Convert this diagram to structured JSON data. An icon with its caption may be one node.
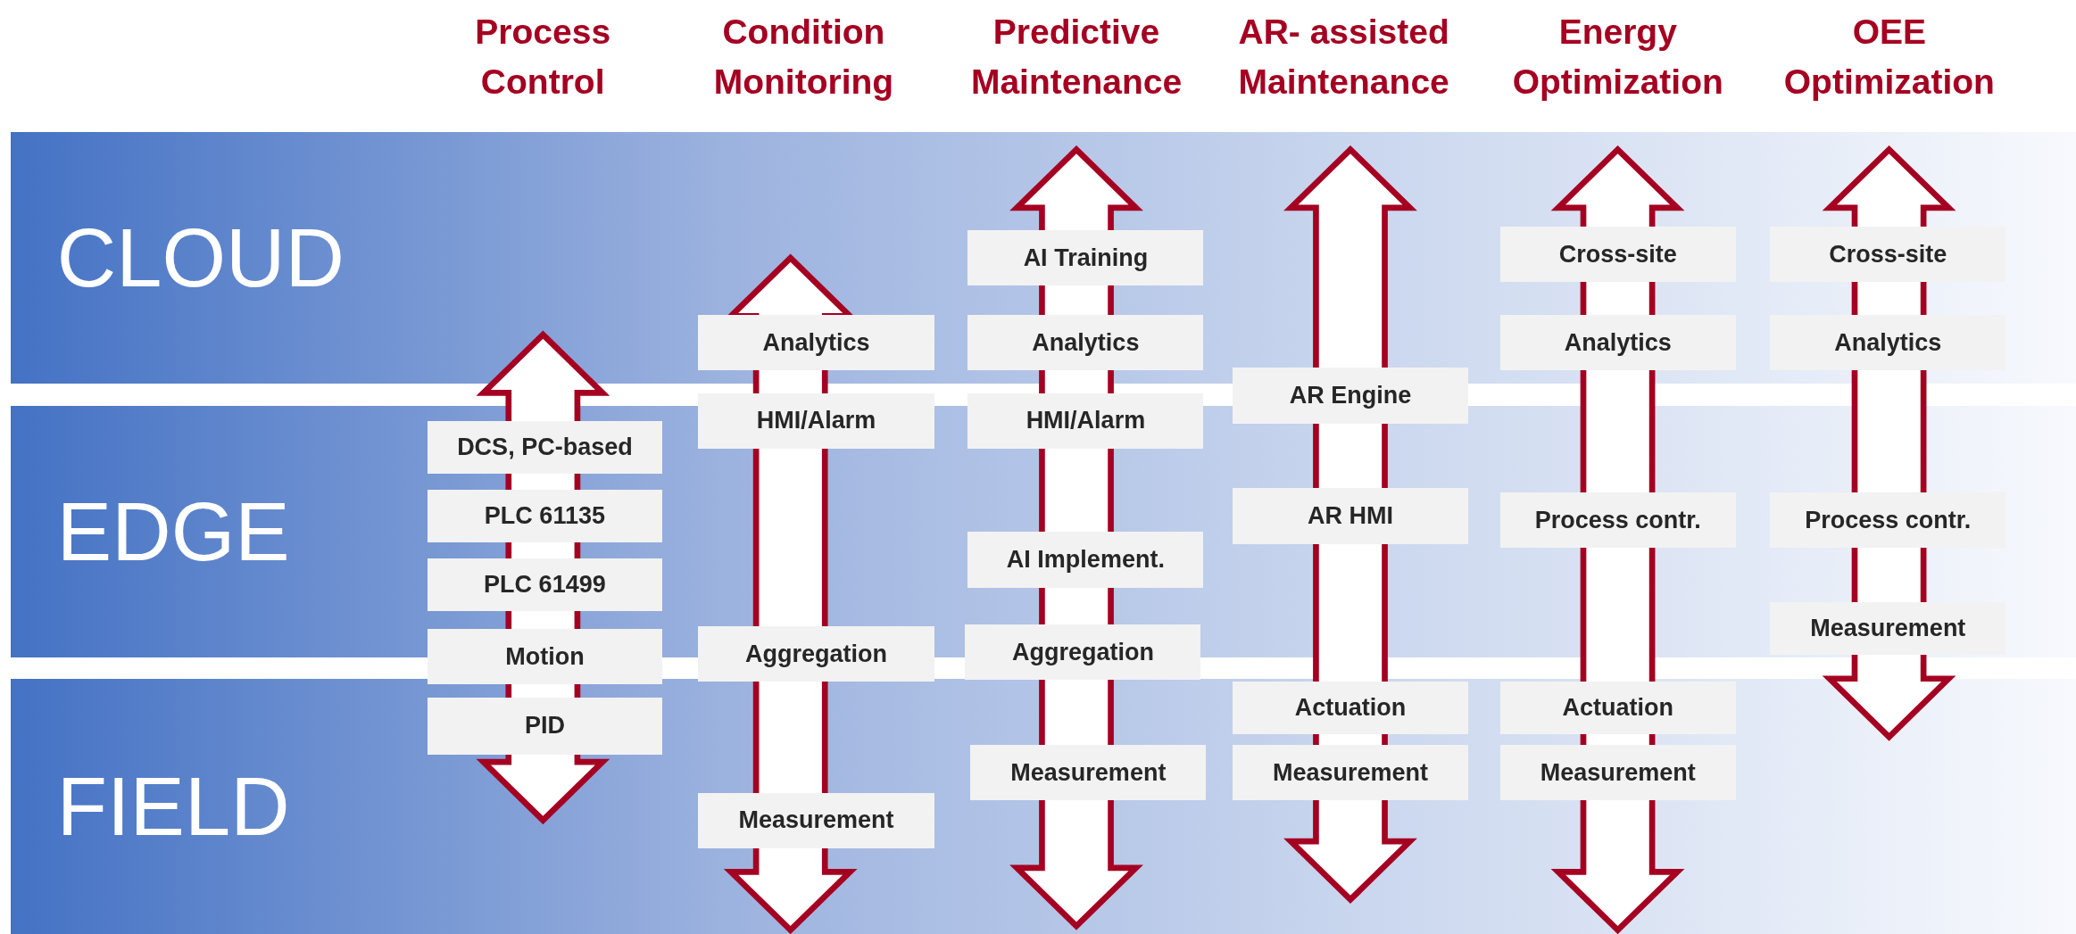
{
  "diagram": {
    "nodes": [
      {
        "text": [
          "CLOUD"
        ]
      },
      {
        "text": [
          "EDGE"
        ]
      },
      {
        "text": [
          "FIELD"
        ]
      },
      {
        "text": [
          "DCS, PC-based"
        ],
        "in": 1
      },
      {
        "text": [
          "PLC 61135"
        ],
        "in": 1
      },
      {
        "text": [
          "PLC 61499"
        ],
        "in": 1
      },
      {
        "text": [
          "Motion"
        ]
      },
      {
        "text": [
          "PID"
        ],
        "in": 2
      },
      {
        "text": [
          "Analytics"
        ],
        "in": 0
      },
      {
        "text": [
          "HMI/Alarm"
        ]
      },
      {
        "text": [
          "Aggregation"
        ]
      },
      {
        "text": [
          "Measurement"
        ],
        "in": 2
      },
      {
        "text": [
          "AI Training"
        ],
        "in": 0
      },
      {
        "text": [
          "Analytics"
        ],
        "in": 0
      },
      {
        "text": [
          "HMI/Alarm"
        ]
      },
      {
        "text": [
          "AI Implement."
        ],
        "in": 1
      },
      {
        "text": [
          "Aggregation"
        ]
      },
      {
        "text": [
          "Measurement"
        ],
        "in": 2
      },
      {
        "text": [
          "AR Engine"
        ]
      },
      {
        "text": [
          "AR HMI"
        ],
        "in": 1
      },
      {
        "text": [
          "Actuation"
        ],
        "in": 2
      },
      {
        "text": [
          "Measurement"
        ],
        "in": 2
      },
      {
        "text": [
          "Cross-site"
        ],
        "in": 0
      },
      {
        "text": [
          "Analytics"
        ],
        "in": 0
      },
      {
        "text": [
          "Process contr."
        ],
        "in": 1
      },
      {
        "text": [
          "Actuation"
        ],
        "in": 2
      },
      {
        "text": [
          "Measurement"
        ],
        "in": 2
      },
      {
        "text": [
          "Cross-site"
        ],
        "in": 0
      },
      {
        "text": [
          "Analytics"
        ],
        "in": 0
      },
      {
        "text": [
          "Process contr."
        ],
        "in": 1
      },
      {
        "text": [
          "Measurement"
        ],
        "in": 1
      }
    ],
    "labels": [
      "Process Control",
      "Condition Monitoring",
      "Predictive Maintenance",
      "AR- assisted Maintenance",
      "Energy Optimization",
      "OEE Optimization"
    ]
  }
}
